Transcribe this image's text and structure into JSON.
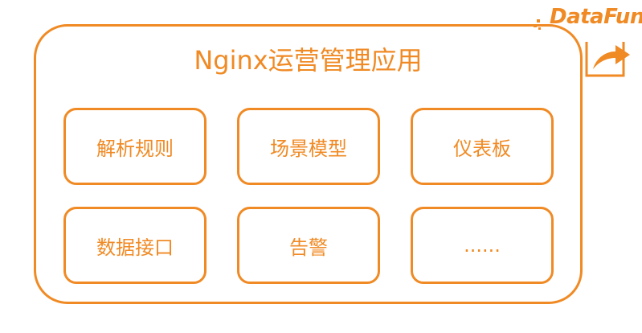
{
  "diagram": {
    "title": "Nginx运营管理应用",
    "modules": [
      {
        "label": "解析规则"
      },
      {
        "label": "场景模型"
      },
      {
        "label": "仪表板"
      },
      {
        "label": "数据接口"
      },
      {
        "label": "告警"
      },
      {
        "label": "......"
      }
    ]
  },
  "logo": {
    "text": "DataFun."
  },
  "colors": {
    "accent": "#F08A24"
  }
}
